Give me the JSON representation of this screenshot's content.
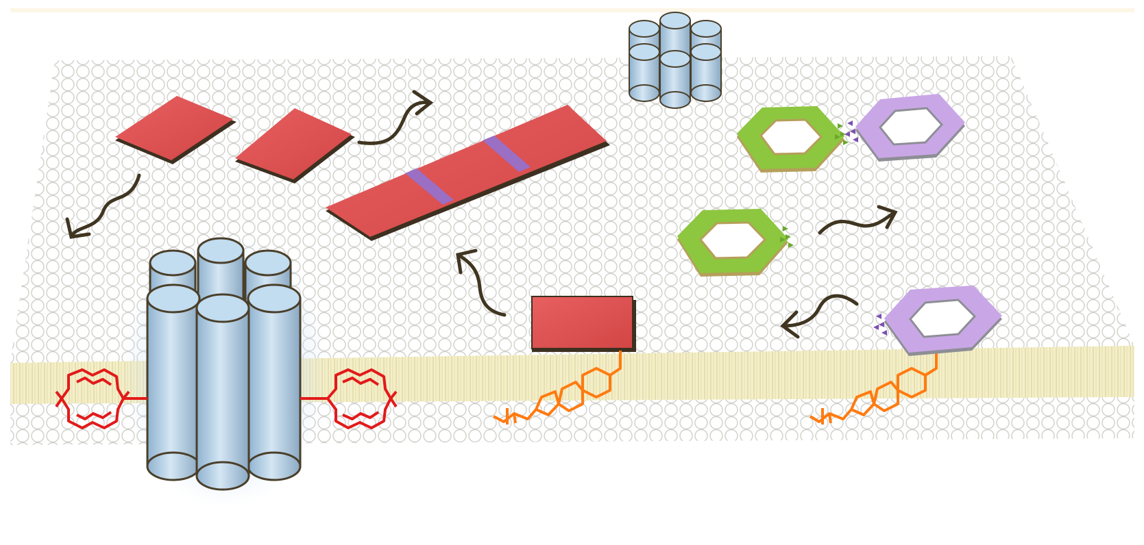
{
  "figure": {
    "description_free": true,
    "colors": {
      "membrane_surface": "#f7f7f5",
      "bead_stroke": "#cfcfca",
      "lipid_tail_band": "#f4efc8",
      "lipid_tail_line": "#d9cf96",
      "tile_red": "#e05252",
      "tile_edge": "#3d3020",
      "connector_purple": "#9a6fc4",
      "barrel_blue": "#bcd7ec",
      "barrel_stroke": "#4a3f2a",
      "porphyrin_red": "#e21a1a",
      "cholesterol_orange": "#ff7a10",
      "hex_green": "#8dc63f",
      "hex_green_edge": "#b59f5a",
      "hex_lilac": "#c9a7e6",
      "hex_lilac_edge": "#8e8e96",
      "arrow": "#3f3521",
      "top_strip": "#fdf6e6"
    },
    "icons": [
      "lipid-bilayer-membrane",
      "dna-tile-monomer",
      "polymerized-tile-ribbon",
      "helix-bundle-nanopore",
      "porphyrin-anchor",
      "cholesterol-anchor",
      "hexagonal-tile-green",
      "hexagonal-tile-lilac",
      "diffusion-arrow"
    ]
  }
}
